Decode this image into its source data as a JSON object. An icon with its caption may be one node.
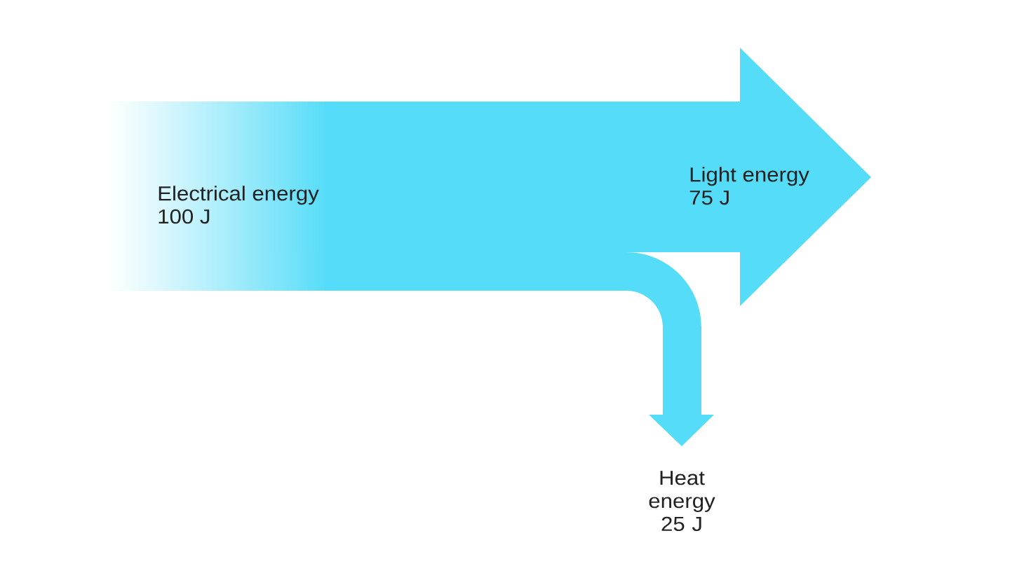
{
  "diagram": {
    "nodes": [
      {
        "text": [
          "Electrical energy",
          "100 J"
        ]
      },
      {
        "text": [
          "Light energy",
          "75 J"
        ]
      },
      {
        "text": [
          "Heat energy",
          "25 J"
        ]
      }
    ],
    "edges": [
      {
        "from": 0,
        "to": 1,
        "arrow": "to"
      },
      {
        "from": 0,
        "to": 2,
        "arrow": "to"
      }
    ]
  }
}
